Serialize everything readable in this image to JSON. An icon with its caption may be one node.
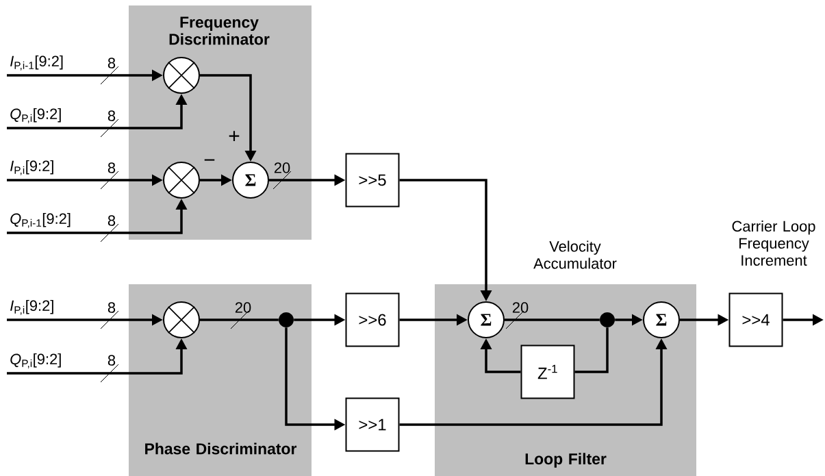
{
  "diagram": {
    "nodes": [
      {
        "text": [
          "Frequency Discriminator"
        ]
      },
      {
        "text": [],
        "shape": "circle",
        "in": 0
      },
      {
        "text": [],
        "shape": "circle",
        "in": 0
      },
      {
        "text": [
          "Σ"
        ],
        "in": 0
      },
      {
        "text": [
          ">>5"
        ]
      },
      {
        "text": [
          "Phase Discriminator"
        ]
      },
      {
        "text": [],
        "shape": "circle",
        "in": 5
      },
      {
        "text": [],
        "shape": "dot",
        "in": 5
      },
      {
        "text": [
          ">>6"
        ]
      },
      {
        "text": [
          ">>1"
        ]
      },
      {
        "text": [
          "Loop Filter"
        ]
      },
      {
        "text": [
          "Σ"
        ],
        "in": 10
      },
      {
        "text": [],
        "shape": "dot",
        "in": 10
      },
      {
        "text": [
          "Z$^{-1}$"
        ],
        "in": 10
      },
      {
        "text": [
          "Σ"
        ],
        "in": 10
      },
      {
        "text": [
          ">>4"
        ],
        "beside": [
          "Carrier Loop Frequency Increment"
        ]
      },
      {
        "text": [
          "*I*$_{P,i-1}$[9:2]"
        ]
      },
      {
        "text": [
          "*Q*$_{P,i}$[9:2]"
        ]
      },
      {
        "text": [
          "*I*$_{P,i}$[9:2]"
        ]
      },
      {
        "text": [
          "*Q*$_{P,i-1}$[9:2]"
        ]
      },
      {
        "text": [
          "*I*$_{P,i}$[9:2]"
        ]
      },
      {
        "text": [
          "*Q*$_{P,i}$[9:2]"
        ]
      }
    ],
    "edges": [
      {
        "from": 16,
        "to": 1,
        "arrow": "to"
      },
      {
        "from": 17,
        "to": 1,
        "arrow": "to"
      },
      {
        "from": 18,
        "to": 2,
        "arrow": "to"
      },
      {
        "from": 19,
        "to": 2,
        "arrow": "to"
      },
      {
        "from": 1,
        "to": 3,
        "arrow": "to"
      },
      {
        "from": 2,
        "to": 3,
        "arrow": "to"
      },
      {
        "from": 3,
        "to": 4,
        "arrow": "to"
      },
      {
        "from": 4,
        "to": 11,
        "arrow": "to"
      },
      {
        "from": 20,
        "to": 6,
        "arrow": "to"
      },
      {
        "from": 21,
        "to": 6,
        "arrow": "to"
      },
      {
        "from": 6,
        "to": 7,
        "arrow": "none"
      },
      {
        "from": 7,
        "to": 8,
        "arrow": "to"
      },
      {
        "from": 7,
        "to": 9,
        "arrow": "to"
      },
      {
        "from": 8,
        "to": 11,
        "arrow": "to"
      },
      {
        "from": 11,
        "to": 12,
        "arrow": "none"
      },
      {
        "from": 12,
        "to": 14,
        "arrow": "to"
      },
      {
        "from": 12,
        "to": 13,
        "arrow": "none"
      },
      {
        "from": 13,
        "to": 11,
        "arrow": "to"
      },
      {
        "from": 9,
        "to": 14,
        "arrow": "to"
      },
      {
        "from": 14,
        "to": 15,
        "arrow": "to"
      },
      {
        "from": 15,
        "to": null,
        "arrow": "to"
      }
    ],
    "labels": [
      "8",
      "8",
      "+",
      "−",
      "20",
      "8",
      "8",
      "8",
      "20",
      "8",
      "Velocity Accumulator",
      "20"
    ]
  }
}
